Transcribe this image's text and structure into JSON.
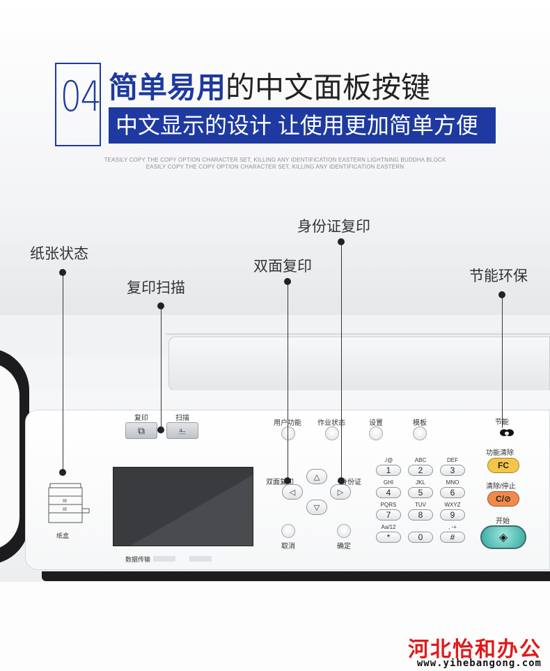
{
  "header": {
    "badge_number": "04",
    "title_bold": "简单易用",
    "title_rest": "的中文面板按键",
    "subtitle": "中文显示的设计 让使用更加简单方便",
    "tagline_line1": "TEASILY COPY THE COPY OPTION CHARACTER SET, KILLING ANY IDENTIFICATION EASTERN LIGHTNING BUDDHA BLOCK",
    "tagline_line2": "EASILY COPY THE COPY OPTION CHARACTER SET, KILLING ANY IDENTIFICATION EASTERN"
  },
  "callouts": {
    "paper_status": "纸张状态",
    "copy_scan": "复印扫描",
    "duplex_copy": "双面复印",
    "id_copy": "身份证复印",
    "eco": "节能环保"
  },
  "panel": {
    "copy_label": "复印",
    "scan_label": "扫描",
    "user_func": "用户功能",
    "job_status": "作业状态",
    "settings": "设置",
    "template": "模板",
    "eco_label": "节能",
    "duplex": "双面复印",
    "id_card": "身份证",
    "cancel": "取消",
    "confirm": "确定",
    "tray_label": "纸盒",
    "data_transfer": "数据传输",
    "func_clear_label": "功能清除",
    "func_clear_key": "FC",
    "clear_stop_label": "清除/停止",
    "clear_stop_key": "C/⊘",
    "start_label": "开始",
    "start_key": "◈"
  },
  "keypad": [
    {
      "cap": "./@",
      "key": "1"
    },
    {
      "cap": "ABC",
      "key": "2"
    },
    {
      "cap": "DEF",
      "key": "3"
    },
    {
      "cap": "GHI",
      "key": "4"
    },
    {
      "cap": "JKL",
      "key": "5"
    },
    {
      "cap": "MNO",
      "key": "6"
    },
    {
      "cap": "PQRS",
      "key": "7"
    },
    {
      "cap": "TUV",
      "key": "8"
    },
    {
      "cap": "WXYZ",
      "key": "9"
    },
    {
      "cap": "Aa/12",
      "key": "*"
    },
    {
      "cap": "",
      "key": "0"
    },
    {
      "cap": ", -+",
      "key": "#"
    }
  ],
  "footer": {
    "brand": "河北怡和办公",
    "url": "www.yihebangong.com"
  },
  "colors": {
    "accent_blue": "#1e3aa0",
    "brand_red": "#e01a1a",
    "fc_yellow": "#f5c548",
    "clear_orange": "#f08a4b",
    "start_teal": "#33a99f"
  }
}
